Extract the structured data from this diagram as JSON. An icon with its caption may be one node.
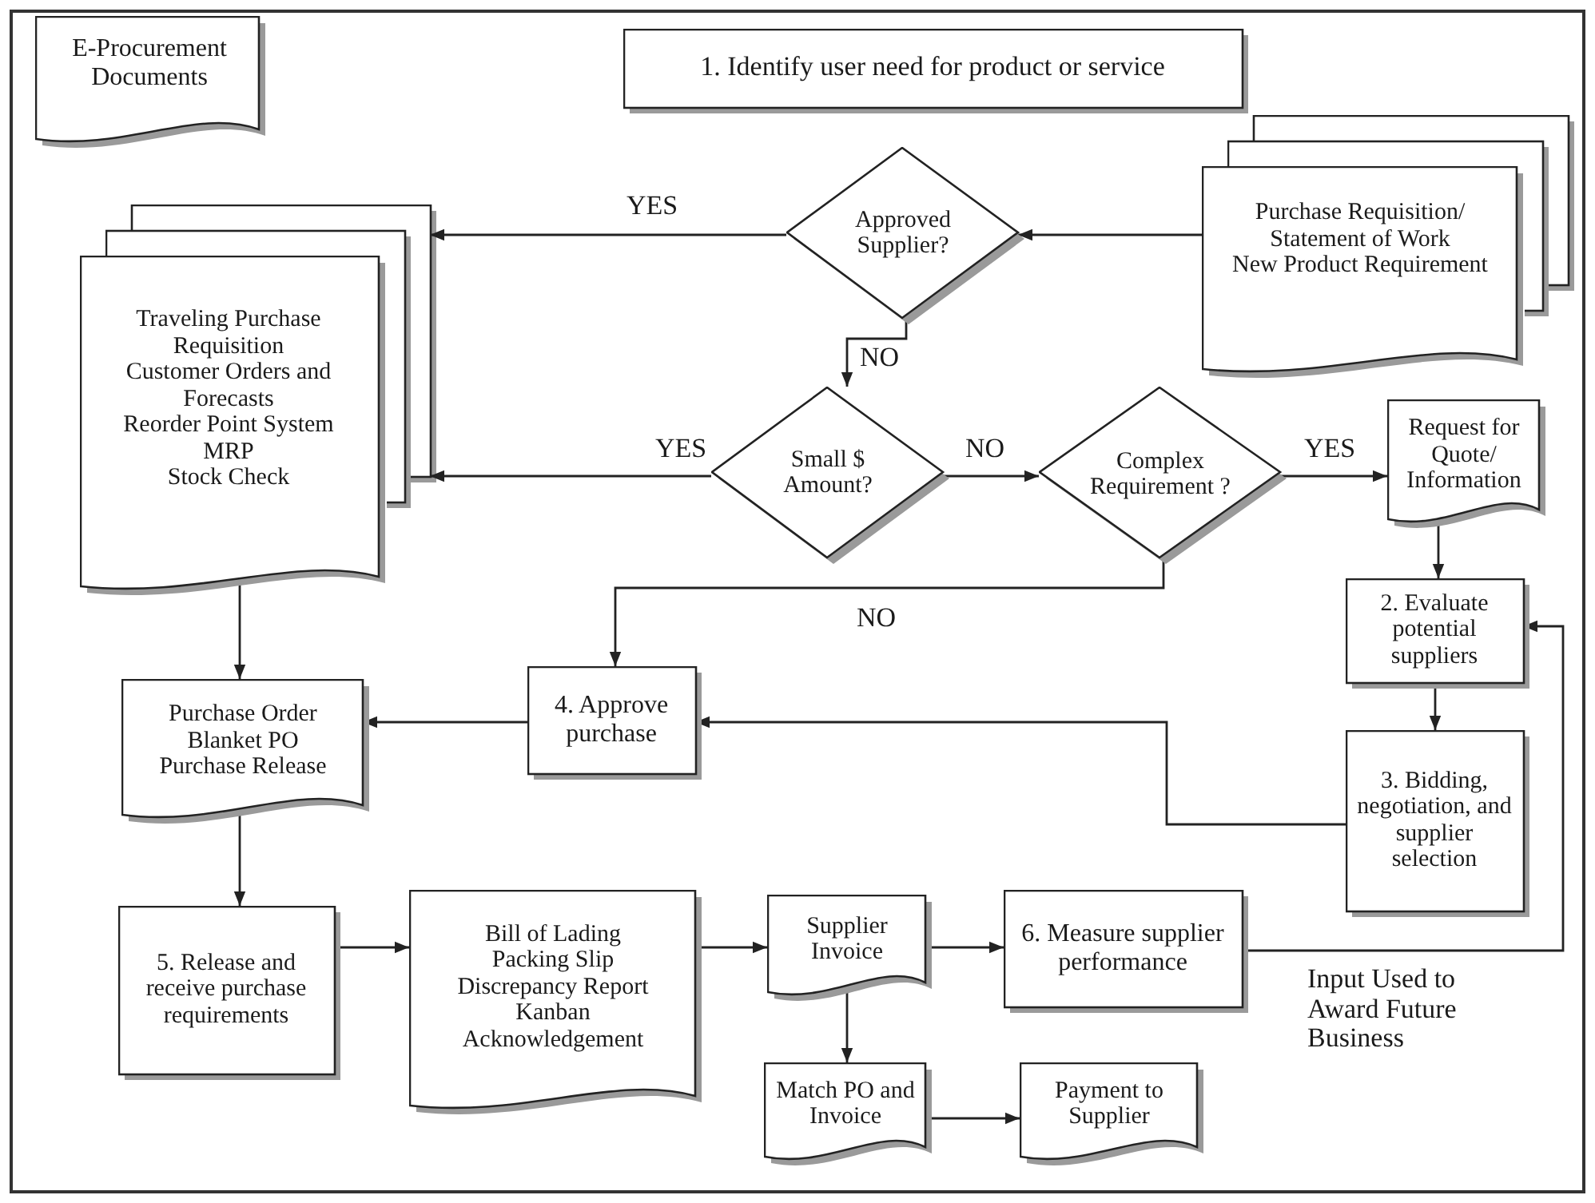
{
  "diagram": {
    "nodes": [
      {
        "text": [
          "E-Procurement Documents"
        ]
      },
      {
        "text": [
          "1. Identify user need for product or service"
        ]
      },
      {
        "text": [
          "Purchase Requisition/ Statement of Work",
          "New Product Requirement"
        ]
      },
      {
        "text": [
          "Approved Supplier?"
        ]
      },
      {
        "text": [
          "Traveling Purchase Requisition",
          "Customer Orders and Forecasts",
          "Reorder Point System",
          "MRP",
          "Stock Check"
        ]
      },
      {
        "text": [
          "Small $ Amount?"
        ]
      },
      {
        "text": [
          "Complex Requirement ?"
        ]
      },
      {
        "text": [
          "Request for Quote/ Information"
        ]
      },
      {
        "text": [
          "2. Evaluate potential suppliers"
        ]
      },
      {
        "text": [
          "Purchase Order",
          "Blanket PO",
          "Purchase Release"
        ]
      },
      {
        "text": [
          "4. Approve purchase"
        ]
      },
      {
        "text": [
          "3. Bidding, negotiation, and supplier selection"
        ]
      },
      {
        "text": [
          "5. Release and receive purchase requirements"
        ]
      },
      {
        "text": [
          "Bill of Lading",
          "Packing Slip",
          "Discrepancy Report",
          "Kanban",
          "Acknowledgement"
        ]
      },
      {
        "text": [
          "Supplier Invoice"
        ]
      },
      {
        "text": [
          "6. Measure supplier performance"
        ]
      },
      {
        "text": [
          "Match PO and Invoice"
        ]
      },
      {
        "text": [
          "Payment to Supplier"
        ]
      }
    ],
    "edges": [
      {
        "from": 2,
        "to": 3,
        "arrow": "to"
      },
      {
        "from": 3,
        "to": 4,
        "arrow": "to",
        "label": "YES"
      },
      {
        "from": 3,
        "to": 5,
        "arrow": "to",
        "label": "NO"
      },
      {
        "from": 5,
        "to": 4,
        "arrow": "to",
        "label": "YES"
      },
      {
        "from": 5,
        "to": 6,
        "arrow": "to",
        "label": "NO"
      },
      {
        "from": 6,
        "to": 7,
        "arrow": "to",
        "label": "YES"
      },
      {
        "from": 6,
        "to": 10,
        "arrow": "to",
        "label": "NO"
      },
      {
        "from": 7,
        "to": 8,
        "arrow": "to"
      },
      {
        "from": 8,
        "to": 11,
        "arrow": "to"
      },
      {
        "from": 11,
        "to": 10,
        "arrow": "to"
      },
      {
        "from": 10,
        "to": 9,
        "arrow": "to"
      },
      {
        "from": 4,
        "to": 9,
        "arrow": "to"
      },
      {
        "from": 9,
        "to": 12,
        "arrow": "to"
      },
      {
        "from": 12,
        "to": 13,
        "arrow": "to"
      },
      {
        "from": 13,
        "to": 14,
        "arrow": "to"
      },
      {
        "from": 14,
        "to": 15,
        "arrow": "to"
      },
      {
        "from": 14,
        "to": 16,
        "arrow": "to"
      },
      {
        "from": 16,
        "to": 17,
        "arrow": "to"
      },
      {
        "from": 15,
        "to": 8,
        "arrow": "to",
        "label": "Input Used to Award Future Business"
      }
    ]
  }
}
